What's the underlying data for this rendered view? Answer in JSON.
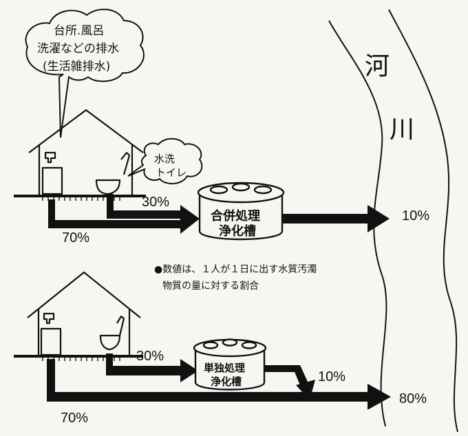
{
  "river": {
    "label_top": "河",
    "label_bottom": "川"
  },
  "top_system": {
    "speech_bubble": [
      "台所.風呂",
      "洗濯などの排水",
      "(生活雑排水)"
    ],
    "toilet_bubble": [
      "水洗",
      "トイレ"
    ],
    "tank_label": [
      "合併処理",
      "浄化槽"
    ],
    "toilet_percent": "30%",
    "greywater_percent": "70%",
    "river_percent": "10%"
  },
  "note": {
    "line1": "●数値は、１人が１日に出す水質汚濁",
    "line2": "物質の量に対する割合"
  },
  "bottom_system": {
    "tank_label": [
      "単独処理",
      "浄化槽"
    ],
    "toilet_percent": "30%",
    "tank_out_percent": "10%",
    "greywater_percent": "70%",
    "river_percent": "80%"
  },
  "colors": {
    "ink": "#111111",
    "paper": "#f7f6f1"
  }
}
